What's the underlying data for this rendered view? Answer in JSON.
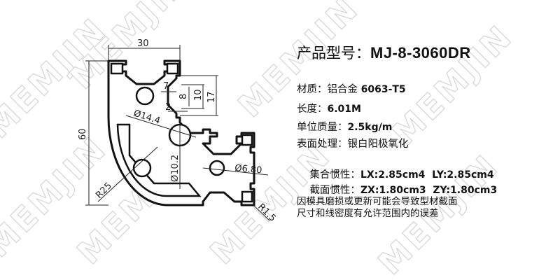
{
  "watermark": "MEMJIN",
  "title": {
    "label": "产品型号：",
    "model": "MJ-8-3060DR"
  },
  "specs": [
    {
      "label": "材质：",
      "value_prefix": "铝合金 ",
      "value": "6063-T5"
    },
    {
      "label": "长度：",
      "value": "6.01M"
    },
    {
      "label": "单位质量：",
      "value": "2.5kg/m"
    },
    {
      "label": "表面处理：",
      "value": "银白阳极氧化"
    },
    {
      "label": "集合惯性：",
      "value": "LX:2.85cm4  LY:2.85cm4"
    },
    {
      "label": "截面惯性：",
      "value": "ZX:1.80cm3  ZY:1.80cm3"
    }
  ],
  "note": [
    "因模具磨损或更新可能会导致型材截面",
    "尺寸和线密度有允许范围内的误差"
  ],
  "dimensions": {
    "width": "30",
    "height": "60",
    "d7": "7",
    "d8": "8",
    "d10": "10",
    "d17": "17",
    "d2": "2",
    "dia14": "Ø14.4",
    "dia10": "Ø10.2",
    "dia6": "Ø6.80",
    "r25": "R25",
    "r15": "R1.5"
  }
}
